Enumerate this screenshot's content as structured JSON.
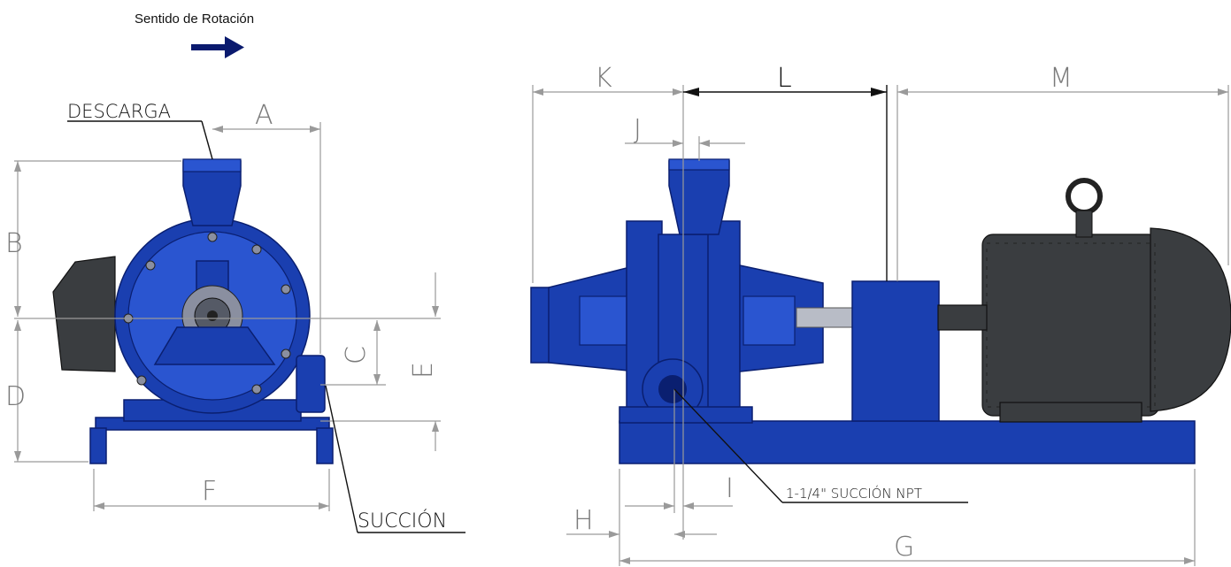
{
  "rotation": {
    "label": "Sentido de Rotación",
    "arrow_color": "#0a1a6e"
  },
  "front_view": {
    "discharge_label": "DESCARGA",
    "suction_label": "SUCCIÓN",
    "dims": {
      "a": "A",
      "b": "B",
      "c": "C",
      "d": "D",
      "e": "E",
      "f": "F"
    }
  },
  "side_view": {
    "suction_label": "1-1/4\" SUCCIÓN NPT",
    "dims": {
      "g": "G",
      "h": "H",
      "i": "I",
      "j": "J",
      "k": "K",
      "l": "L",
      "m": "M"
    }
  },
  "colors": {
    "pump_blue": "#1a3fb0",
    "motor_gray": "#3a3d40",
    "dimension_gray": "#9a9a9a"
  }
}
